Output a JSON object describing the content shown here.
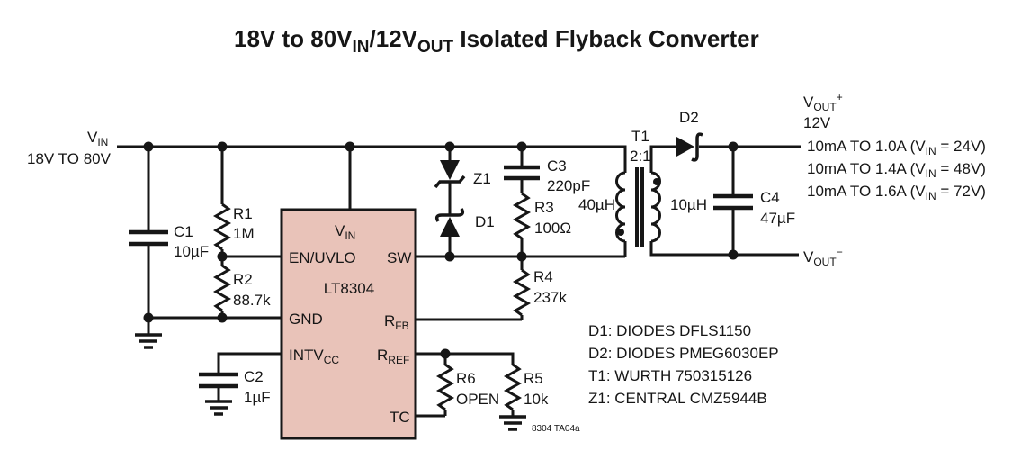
{
  "title": {
    "part1": "18V to 80V",
    "sub1": "IN",
    "part2": "/12V",
    "sub2": "OUT",
    "part3": " Isolated Flyback Converter"
  },
  "input": {
    "label": {
      "base": "V",
      "sub": "IN"
    },
    "range": "18V TO 80V"
  },
  "ic": {
    "part_number": "LT8304",
    "pins": {
      "vin": {
        "base": "V",
        "sub": "IN"
      },
      "en_uvlo": "EN/UVLO",
      "gnd": "GND",
      "intvcc": {
        "base": "INTV",
        "sub": "CC"
      },
      "sw": "SW",
      "rfb": {
        "base": "R",
        "sub": "FB"
      },
      "rref": {
        "base": "R",
        "sub": "REF"
      },
      "tc": "TC"
    }
  },
  "components": {
    "c1": {
      "ref": "C1",
      "value": "10µF"
    },
    "r1": {
      "ref": "R1",
      "value": "1M"
    },
    "r2": {
      "ref": "R2",
      "value": "88.7k"
    },
    "c2": {
      "ref": "C2",
      "value": "1µF"
    },
    "z1": {
      "ref": "Z1"
    },
    "d1": {
      "ref": "D1"
    },
    "c3": {
      "ref": "C3",
      "value": "220pF"
    },
    "r3": {
      "ref": "R3",
      "value": "100Ω"
    },
    "r4": {
      "ref": "R4",
      "value": "237k"
    },
    "r6": {
      "ref": "R6",
      "value": "OPEN"
    },
    "r5": {
      "ref": "R5",
      "value": "10k"
    },
    "t1": {
      "ref": "T1",
      "ratio": "2:1",
      "primary_inductance": "40µH",
      "secondary_inductance": "10µH"
    },
    "d2": {
      "ref": "D2"
    },
    "c4": {
      "ref": "C4",
      "value": "47µF"
    }
  },
  "output": {
    "vout_plus": {
      "base": "V",
      "sub": "OUT",
      "sup": "+"
    },
    "voltage": "12V",
    "current_lines": [
      {
        "prefix": "10mA TO 1.0A (V",
        "sub": "IN",
        "suffix": " = 24V)"
      },
      {
        "prefix": "10mA TO 1.4A (V",
        "sub": "IN",
        "suffix": " = 48V)"
      },
      {
        "prefix": "10mA TO 1.6A (V",
        "sub": "IN",
        "suffix": " = 72V)"
      }
    ],
    "vout_minus": {
      "base": "V",
      "sub": "OUT",
      "sup": "−"
    }
  },
  "notes": [
    "D1: DIODES DFLS1150",
    "D2: DIODES PMEG6030EP",
    "T1: WURTH 750315126",
    "Z1: CENTRAL CMZ5944B"
  ],
  "footnote": "8304 TA04a",
  "colors": {
    "line": "#161616",
    "ic_fill": "#e9c3b9",
    "background": "#ffffff"
  }
}
